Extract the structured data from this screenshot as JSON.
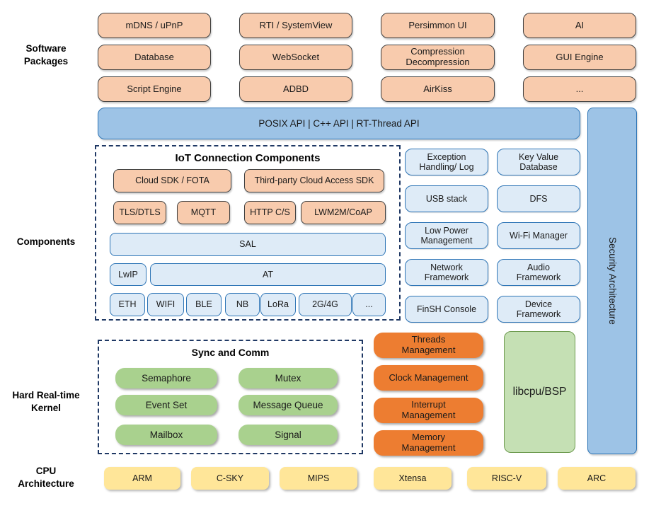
{
  "side_labels": {
    "software": "Software\nPackages",
    "components": "Components",
    "kernel": "Hard Real-time\nKernel",
    "cpu": "CPU\nArchitecture"
  },
  "software_packages": {
    "items": [
      "mDNS / uPnP",
      "RTI / SystemView",
      "Persimmon UI",
      "AI",
      "Database",
      "WebSocket",
      "Compression\nDecompression",
      "GUI Engine",
      "Script Engine",
      "ADBD",
      "AirKiss",
      "..."
    ]
  },
  "api_bar": {
    "label": "POSIX API | C++ API | RT-Thread API"
  },
  "security_bar": {
    "label": "Security Architecture"
  },
  "iot": {
    "title": "IoT Connection Components",
    "row1": [
      "Cloud SDK / FOTA",
      "Third-party Cloud Access SDK"
    ],
    "row2": [
      "TLS/DTLS",
      "MQTT",
      "HTTP C/S",
      "LWM2M/CoAP"
    ],
    "sal": "SAL",
    "lwip": "LwIP",
    "at": "AT",
    "links": [
      "ETH",
      "WIFI",
      "BLE",
      "NB",
      "LoRa",
      "2G/4G",
      "..."
    ]
  },
  "services": {
    "items": [
      "Exception\nHandling/ Log",
      "Key Value\nDatabase",
      "USB stack",
      "DFS",
      "Low Power\nManagement",
      "Wi-Fi Manager",
      "Network\nFramework",
      "Audio\nFramework",
      "FinSH Console",
      "Device\nFramework"
    ]
  },
  "kernel": {
    "title": "Sync and Comm",
    "sync_items": [
      "Semaphore",
      "Mutex",
      "Event Set",
      "Message Queue",
      "Mailbox",
      "Signal"
    ],
    "mgmt_items": [
      "Threads\nManagement",
      "Clock Management",
      "Interrupt\nManagement",
      "Memory\nManagement"
    ],
    "libcpu": "libcpu/BSP"
  },
  "cpu": {
    "items": [
      "ARM",
      "C-SKY",
      "MIPS",
      "Xtensa",
      "RISC-V",
      "ARC"
    ]
  },
  "colors": {
    "peach_fill": "#F8CBAD",
    "dark_border": "#404040",
    "blue_fill": "#9DC3E6",
    "blue_border": "#2E75B6",
    "lightblue_fill": "#DEEBF7",
    "green_fill": "#A9D18E",
    "mgmt_orange": "#ED7D31",
    "libcpu_green": "#C5E0B4",
    "yellow_fill": "#FFE699",
    "dash_navy": "#1F3864"
  }
}
